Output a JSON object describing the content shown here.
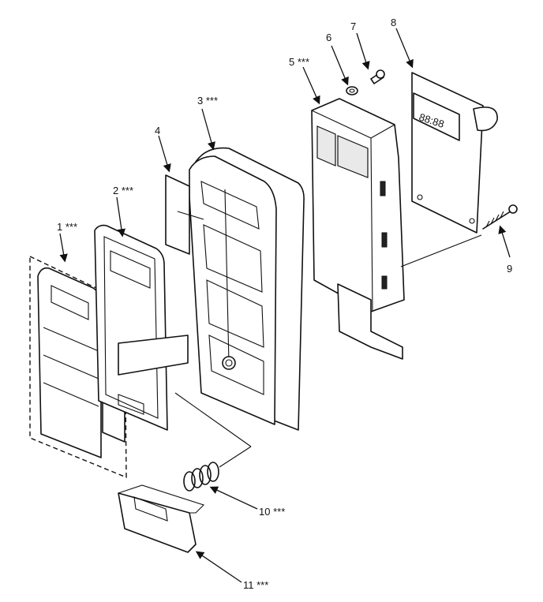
{
  "callouts": [
    {
      "id": "1",
      "text": "1 ***"
    },
    {
      "id": "2",
      "text": "2 ***"
    },
    {
      "id": "3",
      "text": "3 ***"
    },
    {
      "id": "4",
      "text": "4"
    },
    {
      "id": "5",
      "text": "5 ***"
    },
    {
      "id": "6",
      "text": "6"
    },
    {
      "id": "7",
      "text": "7"
    },
    {
      "id": "8",
      "text": "8"
    },
    {
      "id": "9",
      "text": "9"
    },
    {
      "id": "10",
      "text": "10 ***"
    },
    {
      "id": "11",
      "text": "11 ***"
    }
  ],
  "display_readout": "88:88"
}
